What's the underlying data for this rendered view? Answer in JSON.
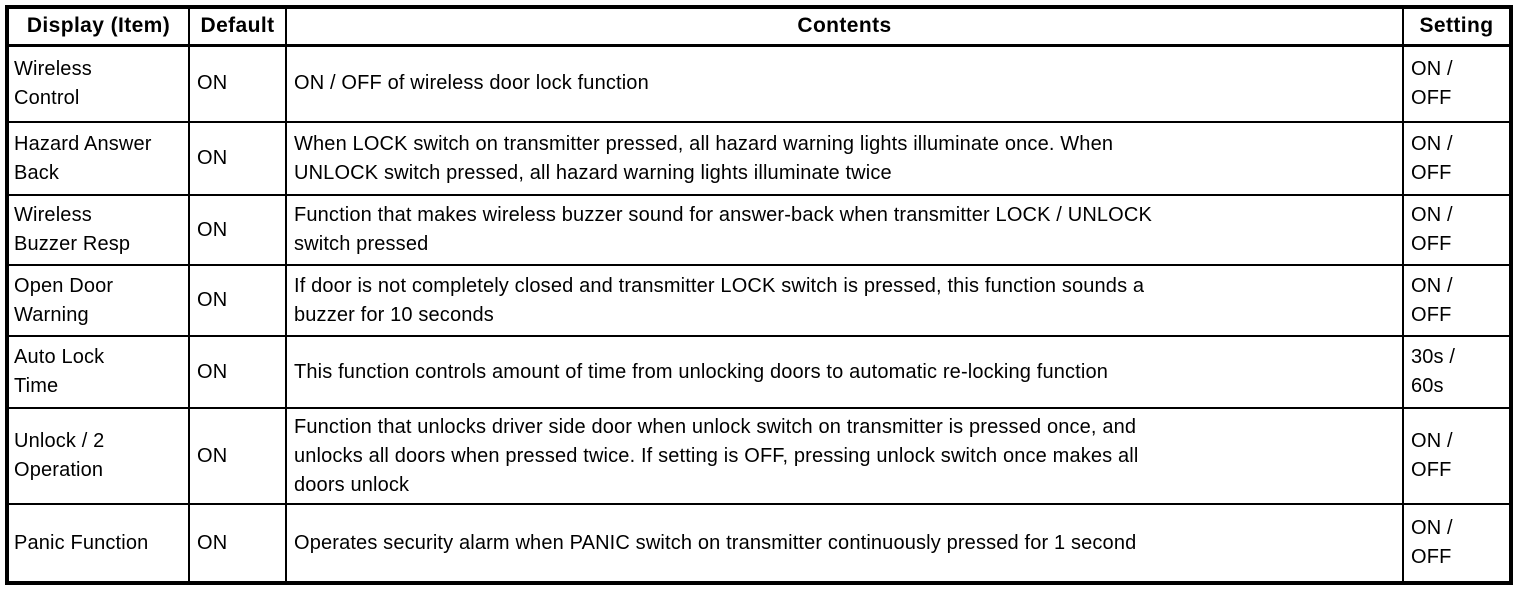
{
  "colors": {
    "background": "#ffffff",
    "border": "#000000",
    "text": "#000000"
  },
  "table": {
    "headers": [
      "Display (Item)",
      "Default",
      "Contents",
      "Setting"
    ],
    "rows": [
      {
        "item": "Wireless\nControl",
        "default": "ON",
        "contents": "ON / OFF of wireless door lock function",
        "setting": "ON /\nOFF"
      },
      {
        "item": "Hazard Answer\nBack",
        "default": "ON",
        "contents": "When LOCK switch on transmitter pressed, all hazard warning lights illuminate once. When\nUNLOCK switch pressed, all hazard warning lights illuminate twice",
        "setting": "ON /\nOFF"
      },
      {
        "item": "Wireless\nBuzzer Resp",
        "default": "ON",
        "contents": "Function that makes wireless buzzer sound for answer-back when transmitter LOCK / UNLOCK\nswitch pressed",
        "setting": "ON /\nOFF"
      },
      {
        "item": "Open Door\nWarning",
        "default": "ON",
        "contents": "If door is not completely closed and transmitter LOCK switch is pressed, this function sounds a\nbuzzer for 10 seconds",
        "setting": "ON /\nOFF"
      },
      {
        "item": "Auto Lock\nTime",
        "default": "ON",
        "contents": "This function controls amount of time from unlocking doors to automatic re-locking function",
        "setting": "30s /\n60s"
      },
      {
        "item": "Unlock / 2\nOperation",
        "default": "ON",
        "contents": "Function that unlocks driver side door when unlock switch on transmitter is pressed once, and\nunlocks all doors when pressed twice. If setting is OFF, pressing unlock switch once makes all\ndoors unlock",
        "setting": "ON /\nOFF"
      },
      {
        "item": "Panic Function",
        "default": "ON",
        "contents": "Operates security alarm when PANIC switch on transmitter continuously pressed for 1 second",
        "setting": "ON /\nOFF"
      }
    ]
  }
}
